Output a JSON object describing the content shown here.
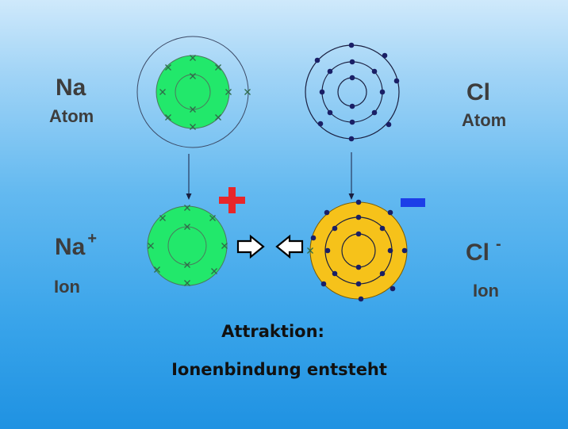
{
  "labels": {
    "na_symbol": "Na",
    "na_atom_word": "Atom",
    "cl_symbol": "Cl",
    "cl_atom_word": "Atom",
    "na_ion_symbol": "Na",
    "na_ion_charge": "+",
    "na_ion_word": "Ion",
    "cl_ion_symbol": "Cl",
    "cl_ion_charge": "-",
    "cl_ion_word": "Ion"
  },
  "caption": {
    "line1": "Attraktion:",
    "line2": "Ionenbindung entsteht"
  },
  "colors": {
    "sodium_core": "#22e86b",
    "chloride_ion": "#f6c21a",
    "plus_sign": "#e8262a",
    "minus_sign": "#1c3ee8",
    "electron_dot": "#1a1f66",
    "electron_cross": "#2f6b4a",
    "orbit": "#1a1f40"
  },
  "icons": [
    "plus-sign-icon",
    "minus-sign-icon",
    "arrow-right-icon",
    "arrow-left-icon",
    "arrow-down-icon"
  ]
}
